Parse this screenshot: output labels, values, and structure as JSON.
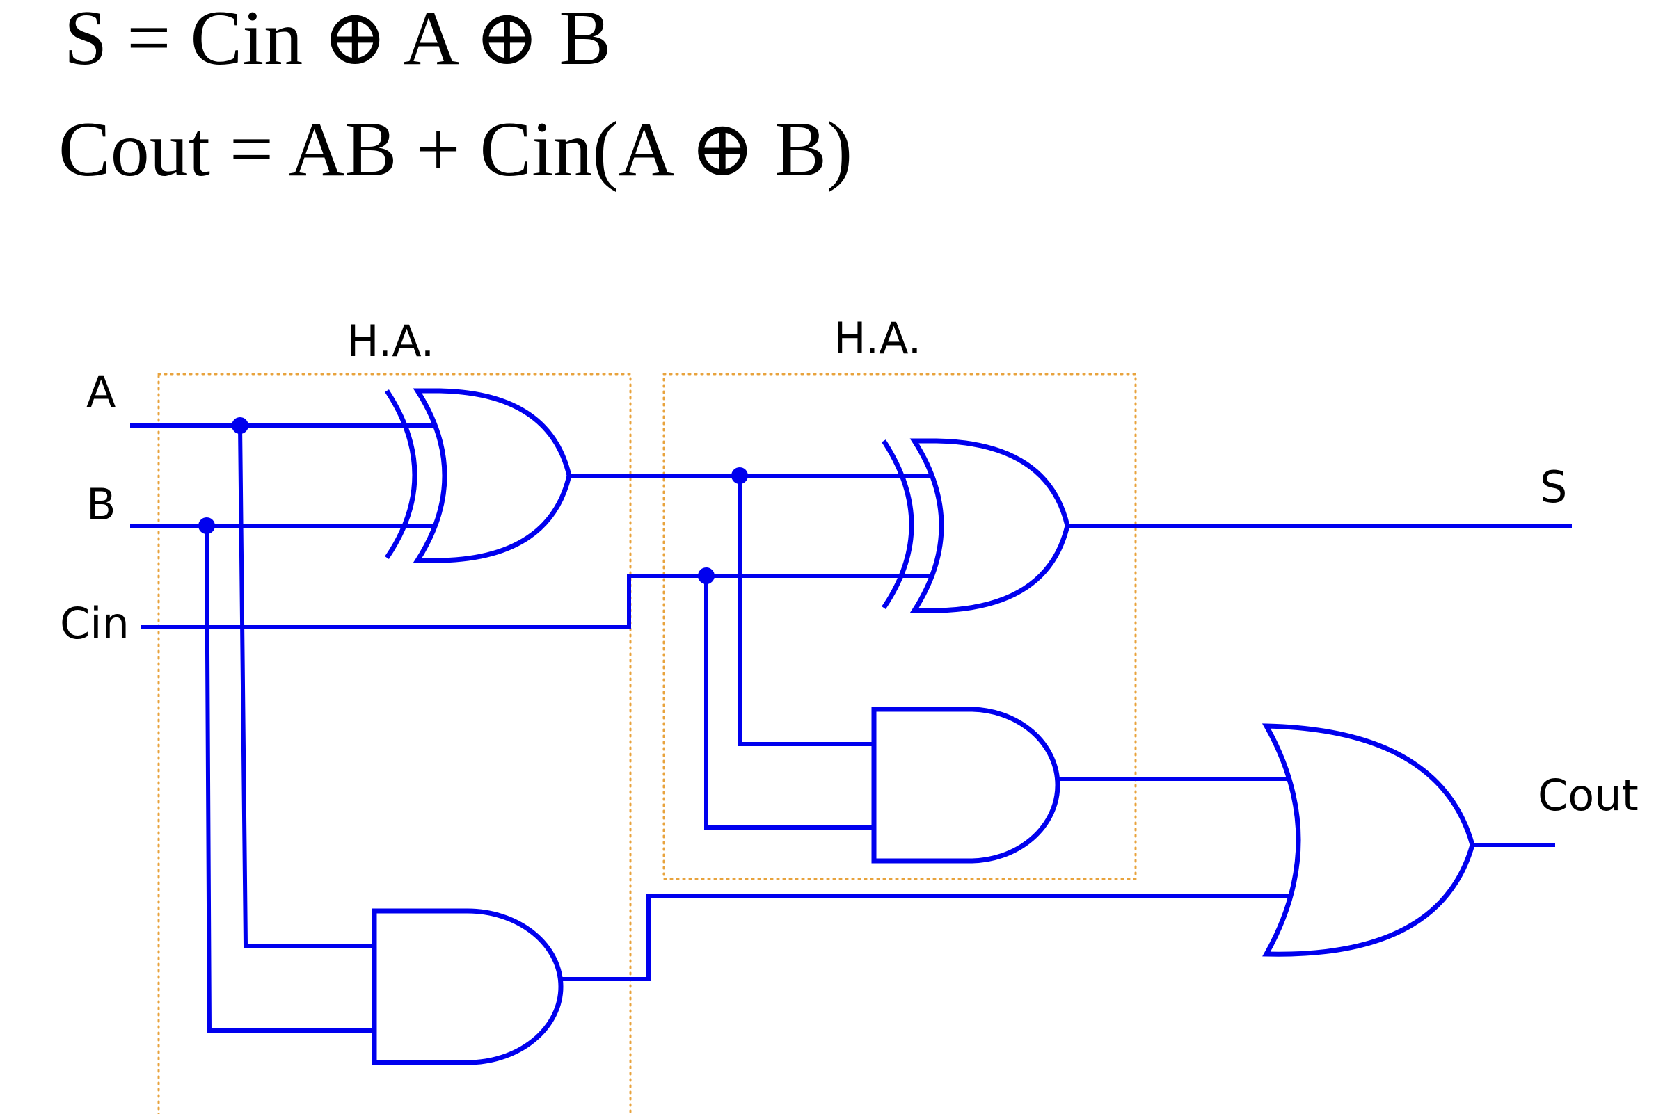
{
  "equations": {
    "sum": "S = Cin ⊕ A ⊕ B",
    "carry": "Cout = AB + Cin(A ⊕ B)"
  },
  "blocks": {
    "half_adder_1": "H.A.",
    "half_adder_2": "H.A."
  },
  "inputs": {
    "a": "A",
    "b": "B",
    "cin": "Cin"
  },
  "outputs": {
    "s": "S",
    "cout": "Cout"
  },
  "colors": {
    "wire": "#0000ee",
    "box": "#e8a33d",
    "text": "#000000"
  }
}
